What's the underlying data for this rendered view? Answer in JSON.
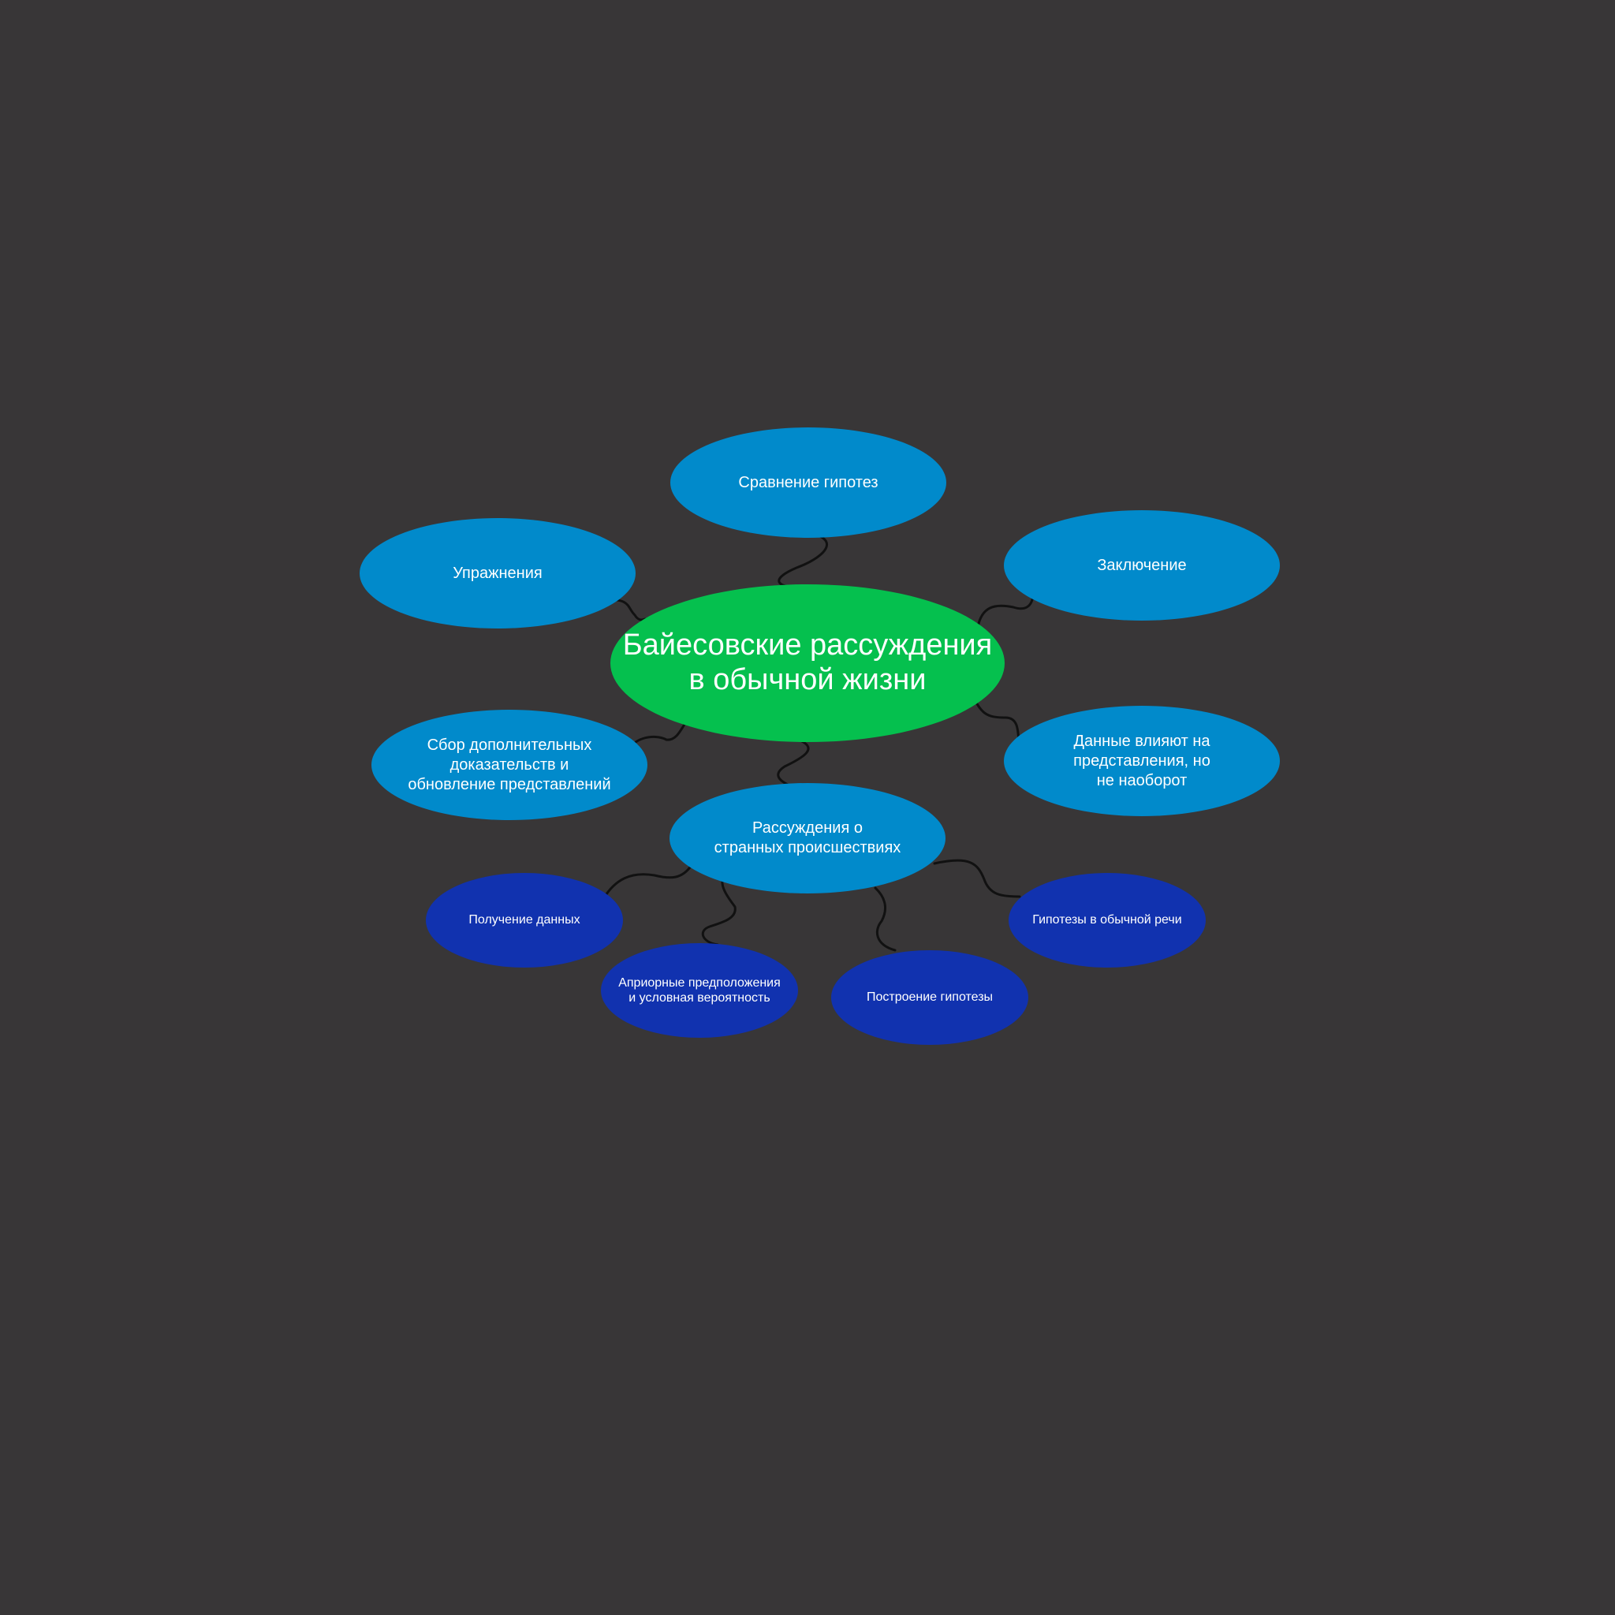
{
  "colors": {
    "background": "#383637",
    "center": "#05C04E",
    "primary": "#018ACB",
    "secondary": "#1132AF",
    "connector": "#111111",
    "text": "#FFFFFF"
  },
  "center": {
    "label": "Байесовские рассуждения\nв обычной жизни"
  },
  "branches": {
    "hypotheses": "Сравнение гипотез",
    "exercises": "Упражнения",
    "conclusion": "Заключение",
    "evidence": "Сбор дополнительных\nдоказательств и\nобновление представлений",
    "data_influence": "Данные влияют на\nпредставления, но\nне наоборот",
    "strange": "Рассуждения о\nстранных происшествиях"
  },
  "sub_branches": {
    "getting_data": "Получение данных",
    "priors": "Априорные предположения\nи условная вероятность",
    "building": "Построение гипотезы",
    "speech": "Гипотезы в обычной речи"
  }
}
